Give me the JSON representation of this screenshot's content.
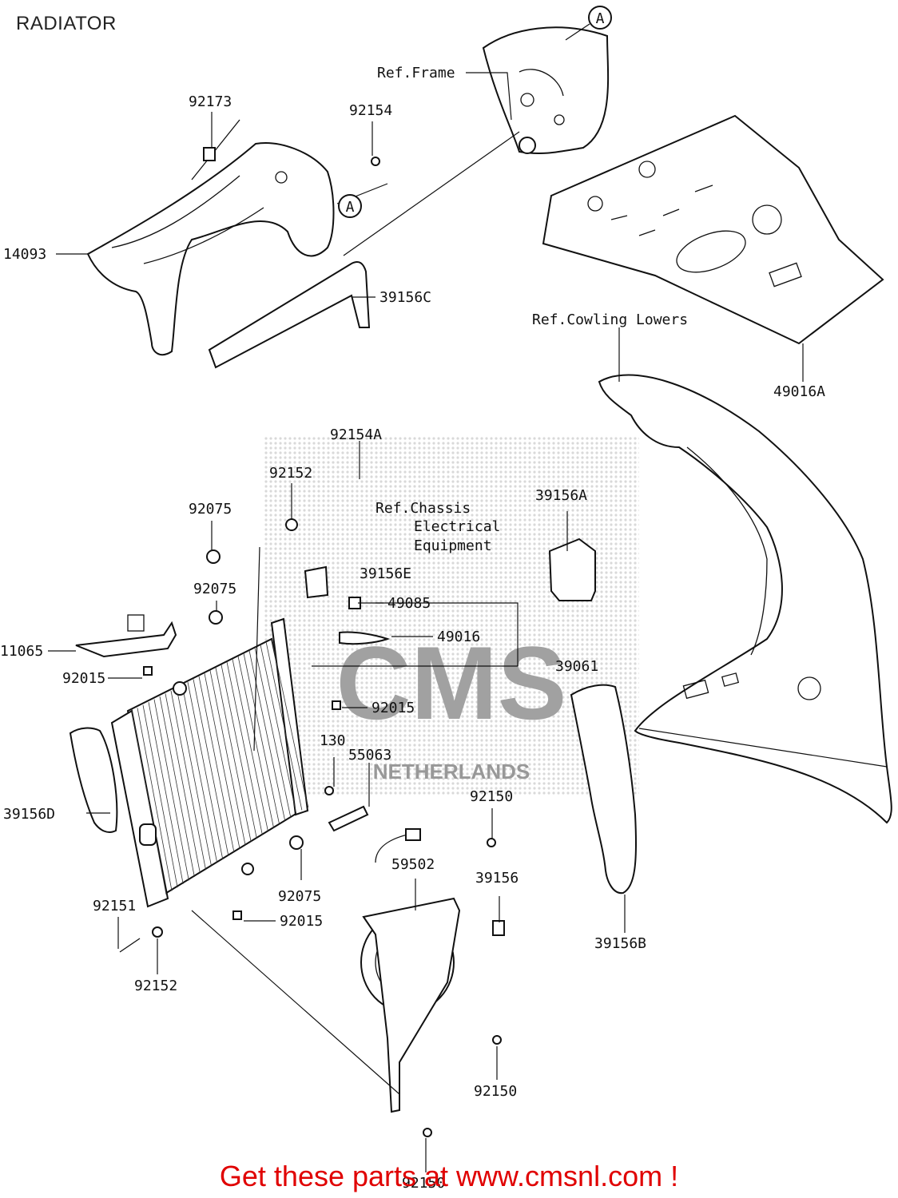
{
  "title": "RADIATOR",
  "footer": "Get these parts at www.cmsnl.com !",
  "callout_letter": "A",
  "refs": {
    "frame": "Ref.Frame",
    "cowling": "Ref.Cowling Lowers",
    "chassis1": "Ref.Chassis",
    "chassis2": "Electrical",
    "chassis3": "Equipment"
  },
  "parts": {
    "p92173": "92173",
    "p92154": "92154",
    "p14093": "14093",
    "p39156C": "39156C",
    "p49016A": "49016A",
    "p92154A": "92154A",
    "p92152_top": "92152",
    "p92075_a": "92075",
    "p92075_b": "92075",
    "p39156A": "39156A",
    "p39156E": "39156E",
    "p49085": "49085",
    "p49016": "49016",
    "p39061": "39061",
    "p11065": "11065",
    "p92015_a": "92015",
    "p92015_b": "92015",
    "p130": "130",
    "p55063": "55063",
    "p92150_a": "92150",
    "p39156D": "39156D",
    "p92075_c": "92075",
    "p92151": "92151",
    "p92015_c": "92015",
    "p92152_bot": "92152",
    "p59502": "59502",
    "p39156": "39156",
    "p39156B": "39156B",
    "p92150_b": "92150",
    "p92150_c": "92150"
  },
  "watermark": {
    "text": "CMS",
    "subtext": "NETHERLANDS"
  }
}
